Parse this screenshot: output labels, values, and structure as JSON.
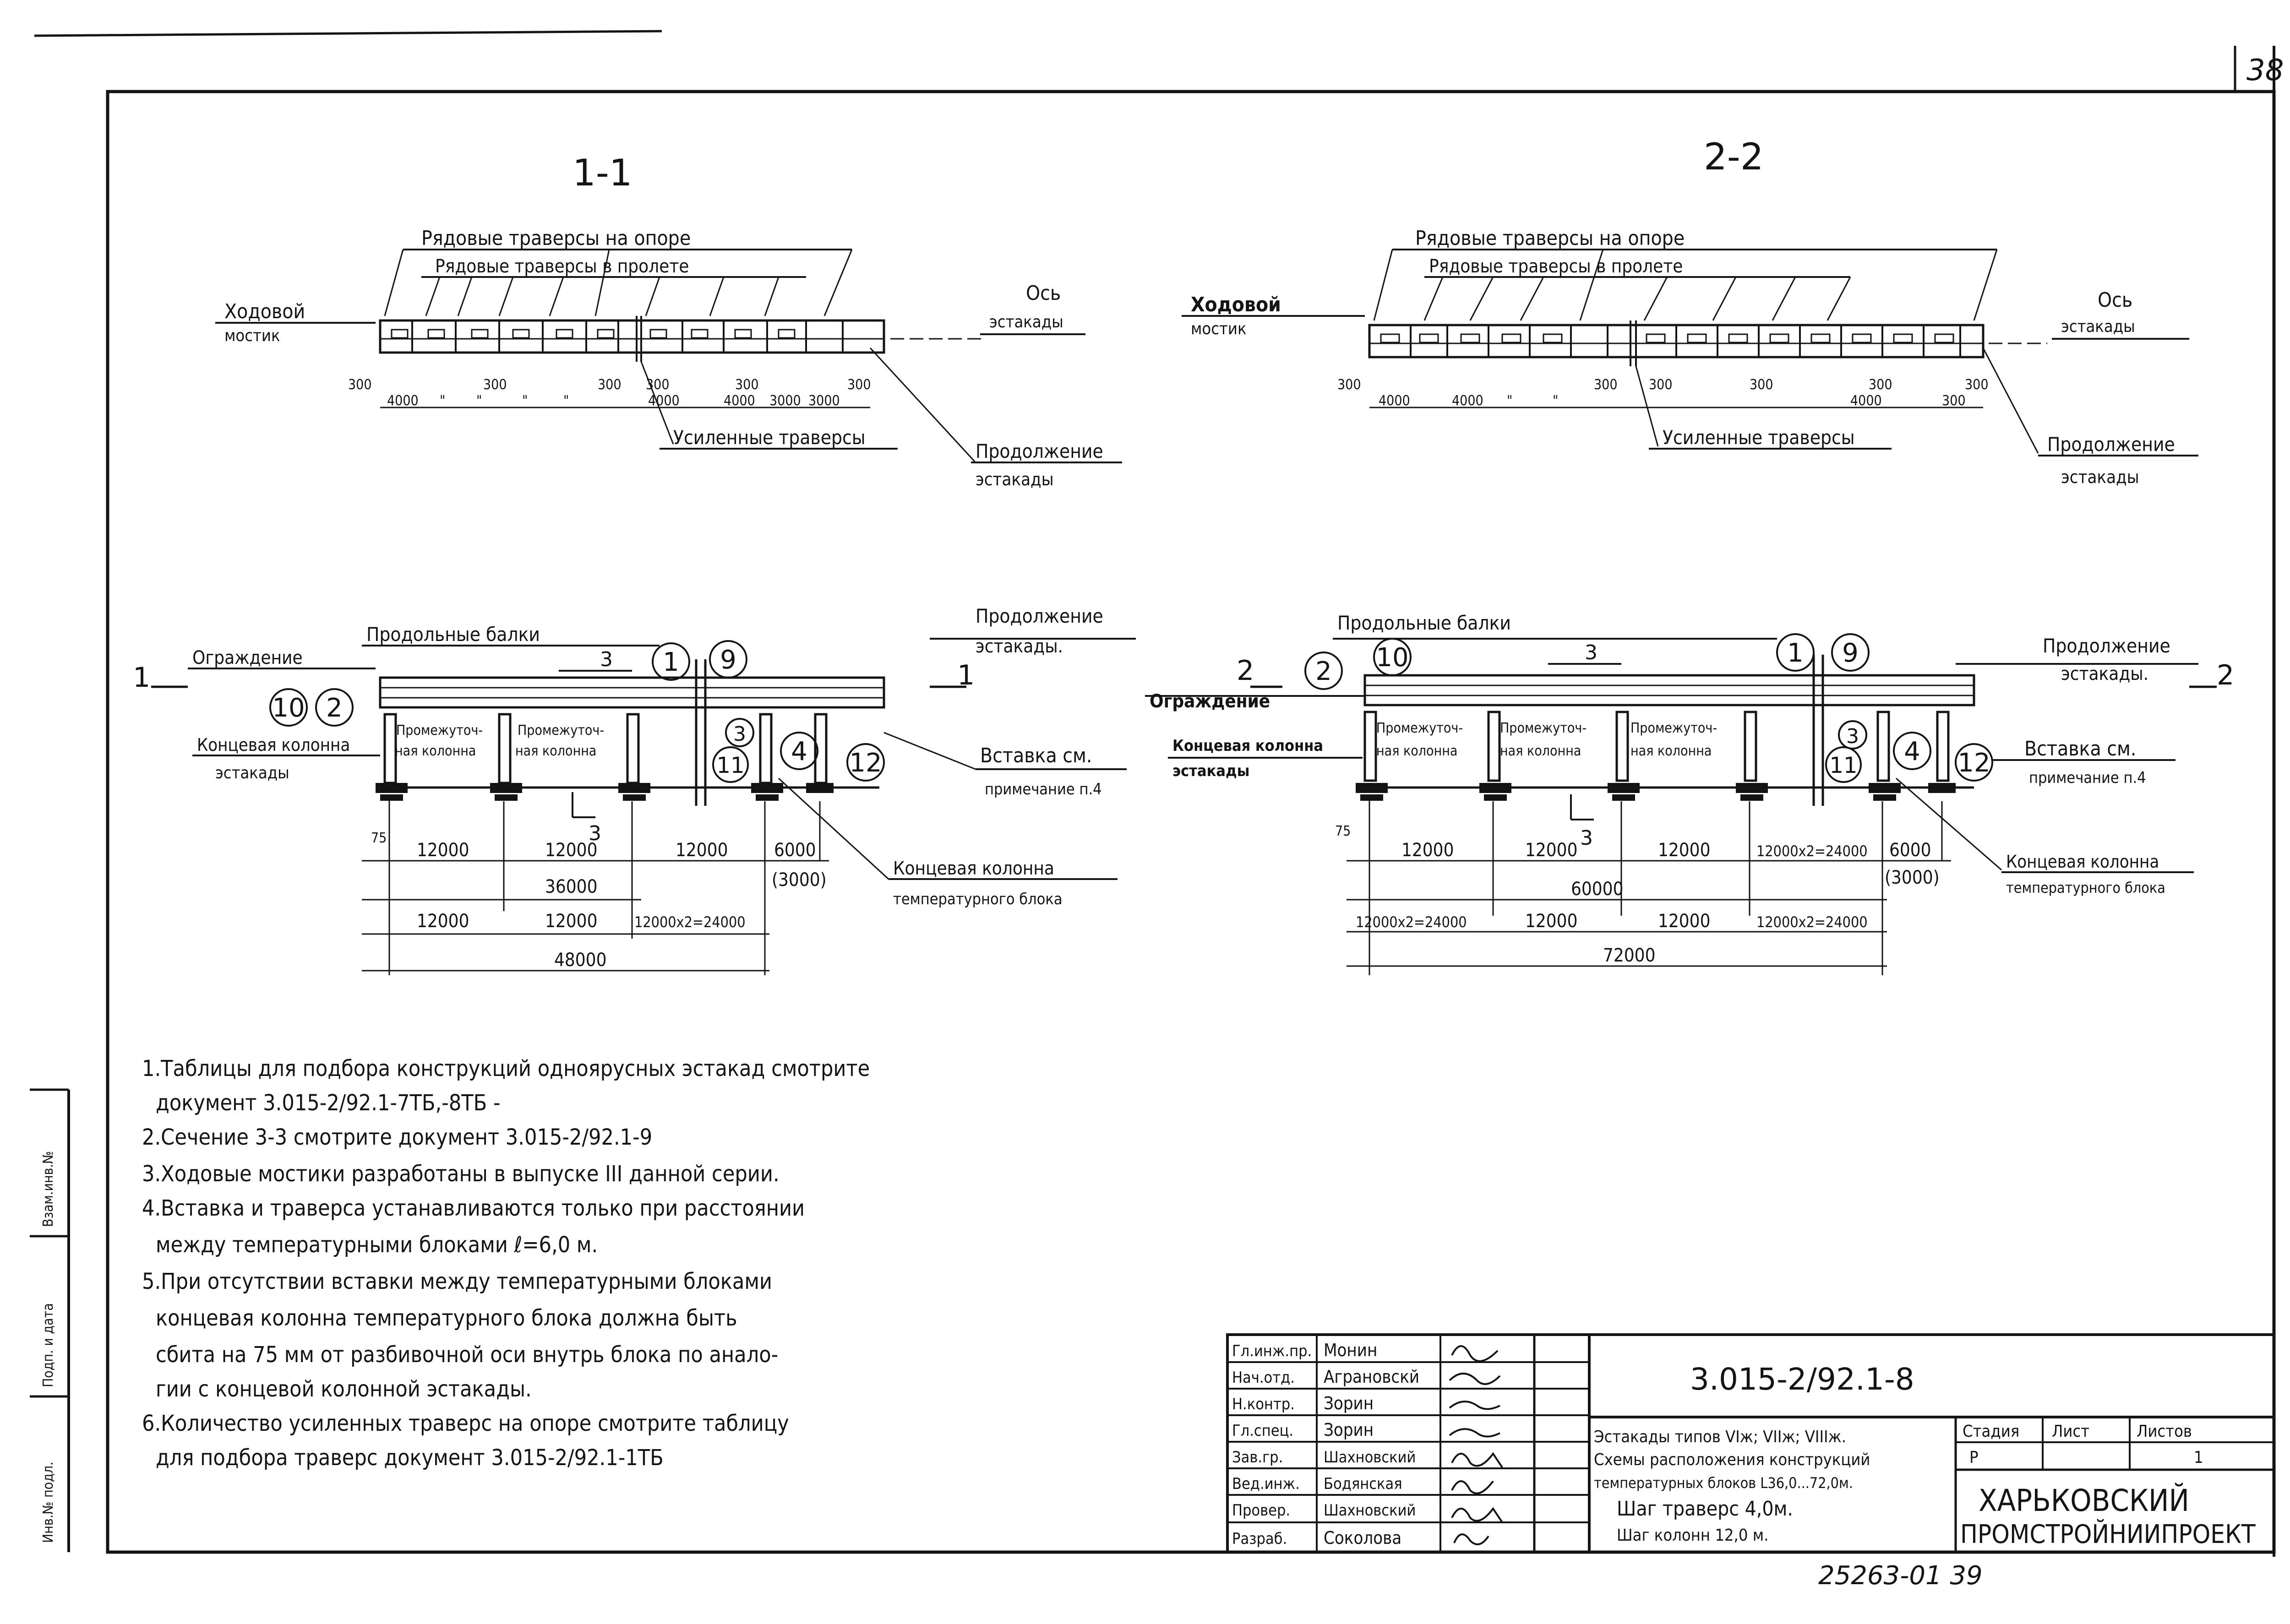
{
  "sheet_number": "38",
  "sections": {
    "s1_title": "1-1",
    "s2_title": "2-2",
    "beam_ref": "3",
    "cut_marks": {
      "s1": "1",
      "s2": "2",
      "s3": "3"
    }
  },
  "plan_labels": {
    "regular_traverses_support": "Рядовые траверсы на опоре",
    "regular_traverses_span": "Рядовые траверсы в пролете",
    "walkway_1": "Ходовой",
    "walkway_2": "мостик",
    "axis_1": "Ось",
    "axis_2": "эстакады",
    "reinforced_traverses": "Усиленные траверсы",
    "continuation_1": "Продолжение",
    "continuation_2": "эстакады"
  },
  "plan1_dims": [
    "300",
    "4000",
    "\"",
    "300",
    "\"",
    "\"",
    "\"",
    "300",
    "300",
    "4000",
    "300",
    "4000",
    "3000",
    "3000",
    "300"
  ],
  "plan2_dims": [
    "300",
    "4000",
    "4000",
    "\"",
    "\"",
    "300",
    "300",
    "300",
    "4000",
    "300",
    "300",
    "300"
  ],
  "elev_labels": {
    "longitudinal_beams": "Продольные балки",
    "fence": "Ограждение",
    "continuation": "Продолжение",
    "continuation_2": "эстакады.",
    "end_column_1": "Концевая колонна",
    "end_column_2": "эстакады",
    "intermediate_1": "Промежуточ-",
    "intermediate_2": "ная колонна",
    "insert_1": "Вставка см.",
    "insert_2": "примечание п.4",
    "end_column_temp_1": "Концевая колонна",
    "end_column_temp_2": "температурного блока"
  },
  "callouts_1": [
    "1",
    "9",
    "10",
    "2",
    "3",
    "11",
    "4",
    "12"
  ],
  "callouts_2": [
    "2",
    "10",
    "1",
    "9",
    "3",
    "11",
    "4",
    "12"
  ],
  "dims_1": {
    "offset": "75",
    "row1": [
      "12000",
      "12000",
      "12000",
      "6000"
    ],
    "paren": "(3000)",
    "total_a": "36000",
    "row2": [
      "12000",
      "12000",
      "12000x2=24000"
    ],
    "total_b": "48000"
  },
  "dims_2": {
    "offset": "75",
    "row1": [
      "12000",
      "12000",
      "12000",
      "12000x2=24000",
      "6000"
    ],
    "paren": "(3000)",
    "total_a": "60000",
    "row2": [
      "12000x2=24000",
      "12000",
      "12000",
      "12000x2=24000"
    ],
    "total_b": "72000"
  },
  "notes": [
    "1.Таблицы для подбора конструкций одноярусных эстакад смотрите",
    "документ 3.015-2/92.1-7ТБ,-8ТБ -",
    "2.Сечение 3-3 смотрите документ 3.015-2/92.1-9",
    "3.Ходовые мостики разработаны в выпуске III данной серии.",
    "4.Вставка и траверса устанавливаются только при расстоянии",
    "между температурными блоками ℓ=6,0 м.",
    "5.При отсутствии вставки между температурными блоками",
    "концевая колонна температурного блока должна быть",
    "сбита на 75 мм от разбивочной оси внутрь блока по анало-",
    "гии с концевой колонной эстакады.",
    "6.Количество усиленных траверс на опоре смотрите таблицу",
    "для подбора траверс документ 3.015-2/92.1-1ТБ"
  ],
  "title_block": {
    "doc_code": "3.015-2/92.1-8",
    "roles": [
      "Гл.инж.пр.",
      "Нач.отд.",
      "Н.контр.",
      "Гл.спец.",
      "Зав.гр.",
      "Вед.инж.",
      "Провер.",
      "Разраб."
    ],
    "names": [
      "Монин",
      "Аграновскй",
      "Зорин",
      "Зорин",
      "Шахновский",
      "Бодянская",
      "Шахновский",
      "Соколова"
    ],
    "description": [
      "Эстакады типов VIж; VIIж; VIIIж.",
      "Схемы расположения конструкций",
      "температурных блоков L36,0...72,0м.",
      "Шаг траверс 4,0м.",
      "Шаг колонн 12,0 м."
    ],
    "stage_header": "Стадия",
    "sheet_header": "Лист",
    "sheets_header": "Листов",
    "stage_value": "Р",
    "sheets_value": "1",
    "org_line1": "ХАРЬКОВСКИЙ",
    "org_line2": "ПРОМСТРОЙНИИПРОЕКТ"
  },
  "side_stamp": [
    "Инв.№ подл.",
    "Подп. и дата",
    "Взам.инв.№"
  ],
  "bottom_code": "25263-01 39"
}
